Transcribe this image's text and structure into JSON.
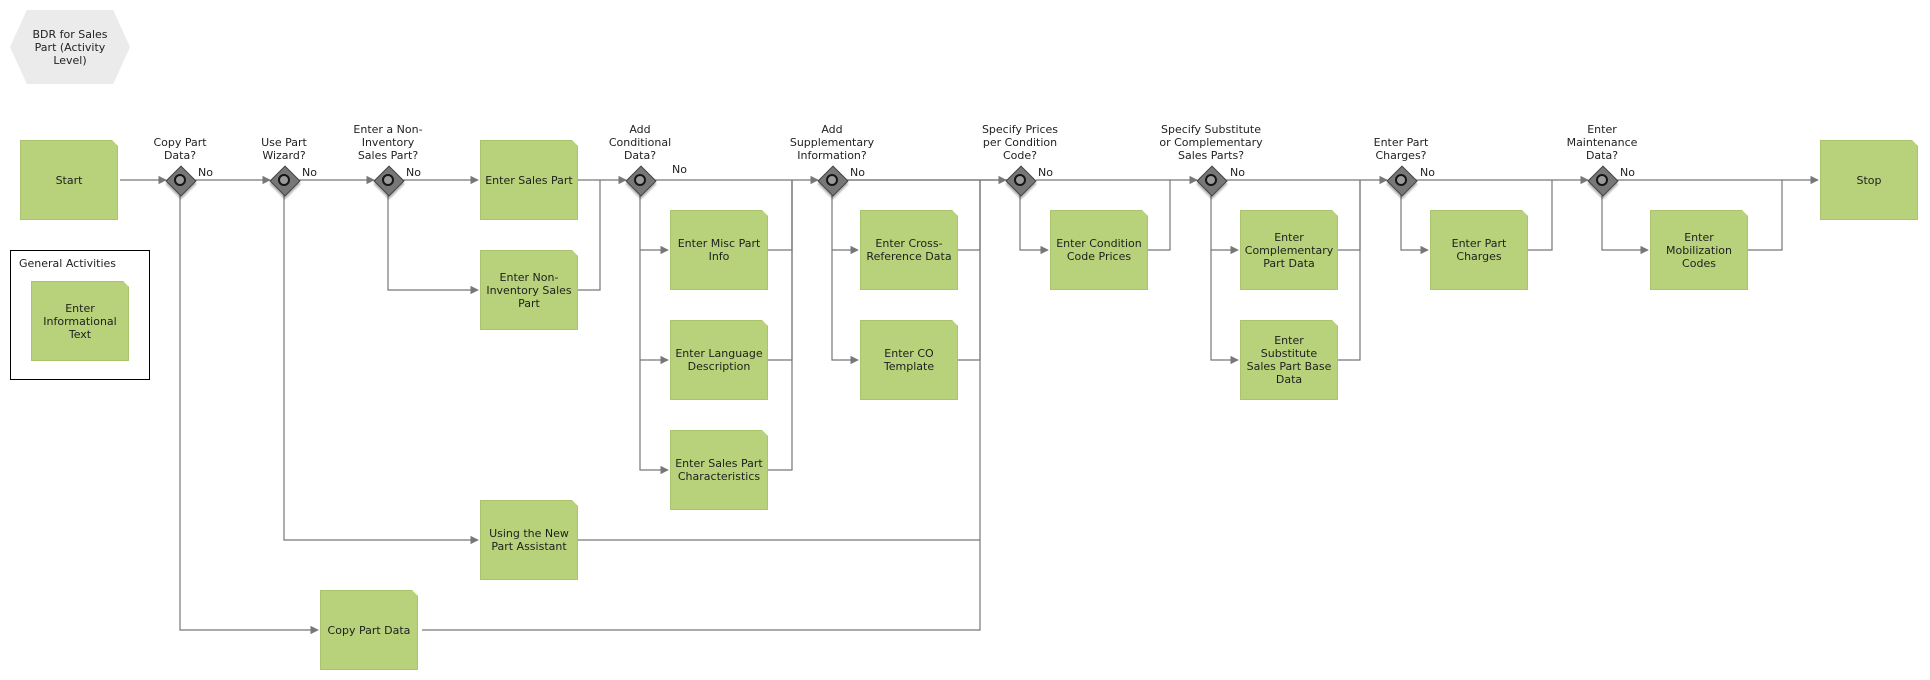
{
  "header_note": "BDR for Sales\nPart (Activity\nLevel)",
  "general_activities": {
    "title": "General Activities",
    "items": [
      "Enter\nInformational\nText"
    ]
  },
  "nodes": {
    "start": "Start",
    "stop": "Stop",
    "enter_sales_part": "Enter Sales Part",
    "enter_non_inventory": "Enter Non-\nInventory Sales\nPart",
    "enter_misc": "Enter Misc Part\nInfo",
    "enter_language": "Enter Language\nDescription",
    "enter_characteristics": "Enter Sales Part\nCharacteristics",
    "enter_cross_reference": "Enter Cross-\nReference Data",
    "enter_co_template": "Enter CO\nTemplate",
    "enter_condition_prices": "Enter Condition\nCode Prices",
    "enter_complementary": "Enter\nComplementary\nPart Data",
    "enter_substitute": "Enter Substitute\nSales Part Base\nData",
    "enter_part_charges": "Enter Part\nCharges",
    "enter_mobilization": "Enter\nMobilization\nCodes",
    "using_new_part_assistant": "Using the New\nPart Assistant",
    "copy_part_data": "Copy Part Data"
  },
  "gateways": {
    "copy_part_data_q": "Copy Part\nData?",
    "use_part_wizard_q": "Use Part\nWizard?",
    "non_inventory_q": "Enter a Non-\nInventory\nSales Part?",
    "add_conditional_q": "Add\nConditional\nData?",
    "add_supplementary_q": "Add\nSupplementary\nInformation?",
    "specify_prices_q": "Specify Prices\nper Condition\nCode?",
    "specify_substitute_q": "Specify Substitute\nor Complementary\nSales Parts?",
    "enter_part_charges_q": "Enter Part\nCharges?",
    "enter_maintenance_q": "Enter\nMaintenance\nData?"
  },
  "branch_label": "No",
  "colors": {
    "task_fill": "#b7d27a",
    "gateway_fill": "#777777",
    "connector": "#777777"
  }
}
